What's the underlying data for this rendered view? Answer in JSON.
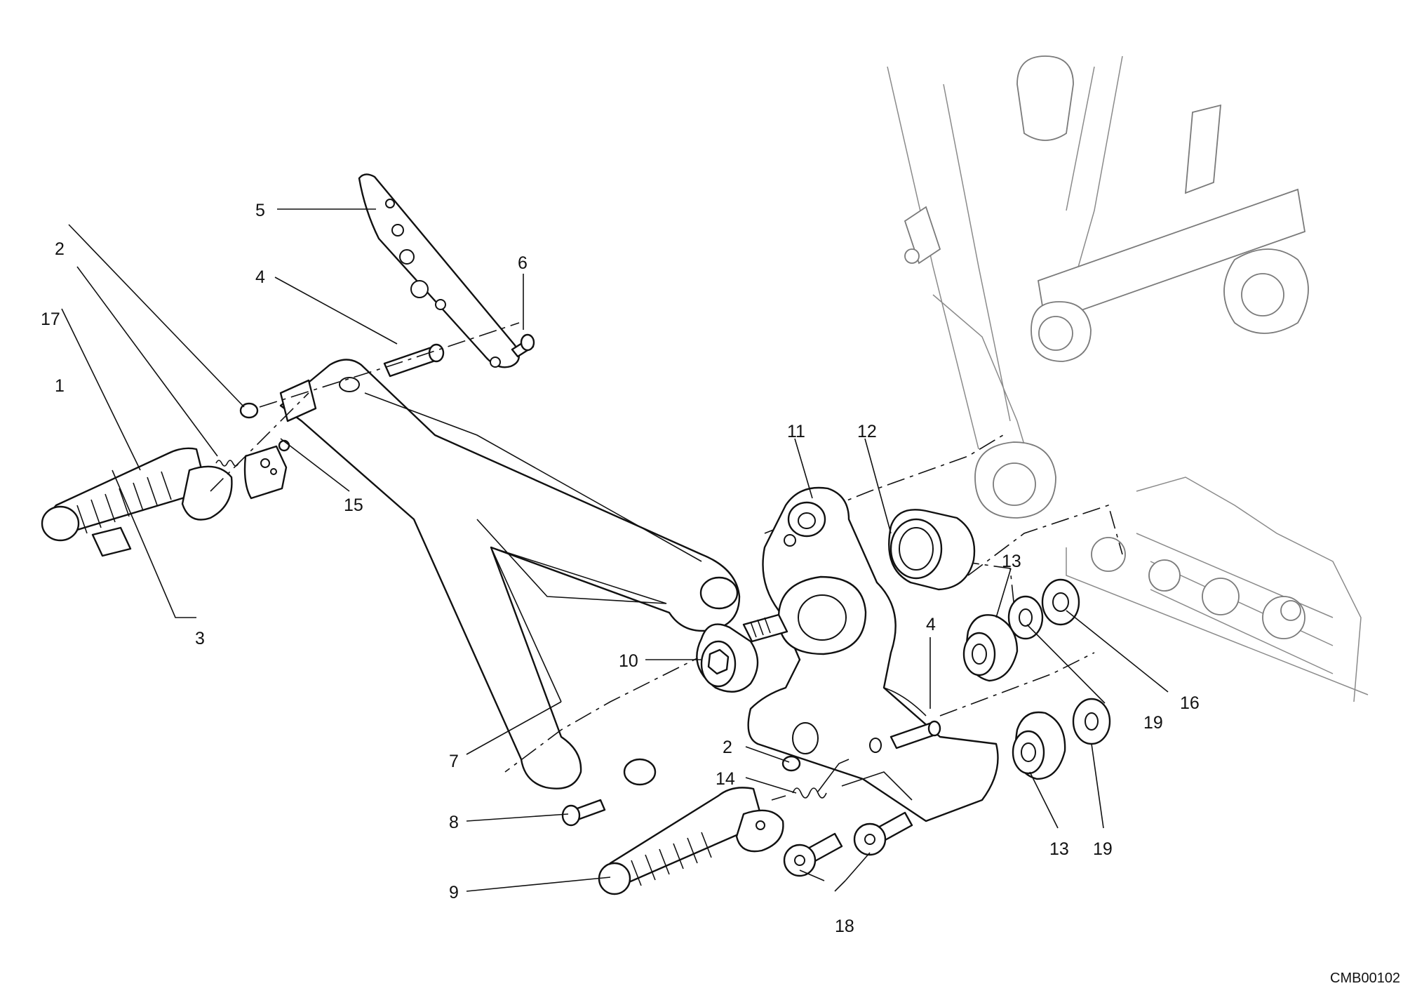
{
  "diagram": {
    "drawing_code": "CMB00102",
    "callouts": [
      {
        "id": "c1",
        "label": "1"
      },
      {
        "id": "c2a",
        "label": "2"
      },
      {
        "id": "c2b",
        "label": "2"
      },
      {
        "id": "c3",
        "label": "3"
      },
      {
        "id": "c4a",
        "label": "4"
      },
      {
        "id": "c4b",
        "label": "4"
      },
      {
        "id": "c5",
        "label": "5"
      },
      {
        "id": "c6",
        "label": "6"
      },
      {
        "id": "c7",
        "label": "7"
      },
      {
        "id": "c8",
        "label": "8"
      },
      {
        "id": "c9",
        "label": "9"
      },
      {
        "id": "c10",
        "label": "10"
      },
      {
        "id": "c11",
        "label": "11"
      },
      {
        "id": "c12",
        "label": "12"
      },
      {
        "id": "c13a",
        "label": "13"
      },
      {
        "id": "c13b",
        "label": "13"
      },
      {
        "id": "c14",
        "label": "14"
      },
      {
        "id": "c15",
        "label": "15"
      },
      {
        "id": "c16",
        "label": "16"
      },
      {
        "id": "c17",
        "label": "17"
      },
      {
        "id": "c18",
        "label": "18"
      },
      {
        "id": "c19a",
        "label": "19"
      },
      {
        "id": "c19b",
        "label": "19"
      }
    ]
  }
}
